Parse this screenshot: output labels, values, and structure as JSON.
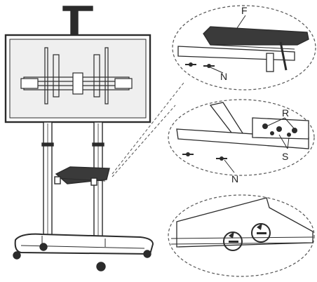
{
  "callouts": {
    "shelf_label": "F",
    "knob_label_top": "N",
    "bracket_label": "R",
    "screw_label": "S",
    "knob_label_mid": "N"
  },
  "colors": {
    "line": "#2b2b2b",
    "screen_fill": "#efefef",
    "shelf_fill": "#3a3a3a",
    "dashed": "#555555"
  }
}
